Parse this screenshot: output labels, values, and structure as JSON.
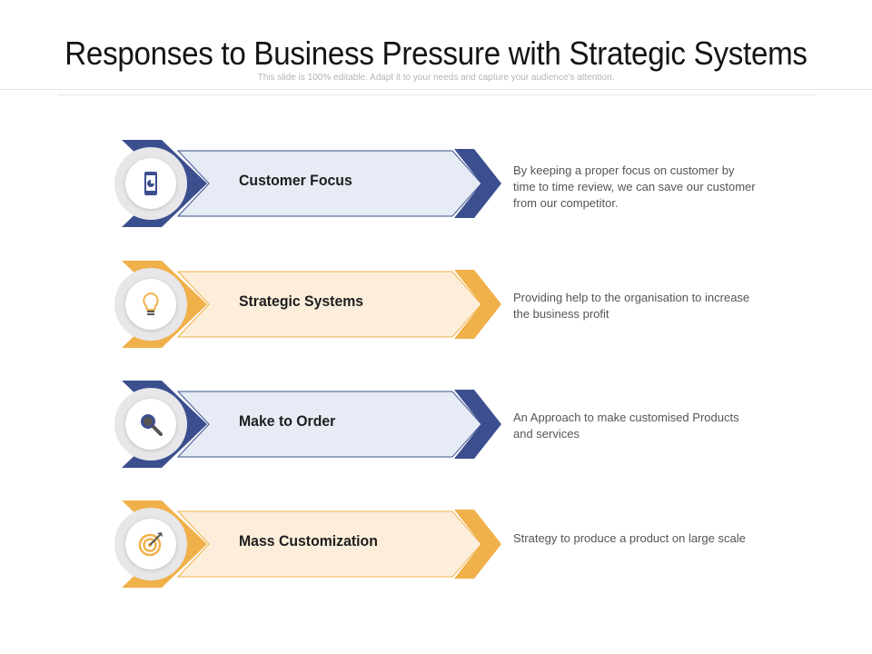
{
  "title": "Responses to Business Pressure with Strategic Systems",
  "subtitle": "This slide is 100% editable. Adapt it to your needs and capture your audience's attention.",
  "colors": {
    "blue_dark": "#3b4f8f",
    "blue_light_fill": "#e6ebf5",
    "orange": "#f0b04a",
    "orange_light_fill": "#fdeedb"
  },
  "items": [
    {
      "label": "Customer Focus",
      "description": "By keeping a proper focus on customer by time to time review, we can save our customer from our competitor.",
      "icon": "smartphone-chart-icon",
      "theme": "blue"
    },
    {
      "label": "Strategic Systems",
      "description": "Providing help to the organisation to increase the business profit",
      "icon": "lightbulb-icon",
      "theme": "orange"
    },
    {
      "label": "Make to Order",
      "description": "An Approach to make customised Products and services",
      "icon": "magnifier-icon",
      "theme": "blue"
    },
    {
      "label": "Mass Customization",
      "description": "Strategy to produce a product on large scale",
      "icon": "target-icon",
      "theme": "orange"
    }
  ]
}
